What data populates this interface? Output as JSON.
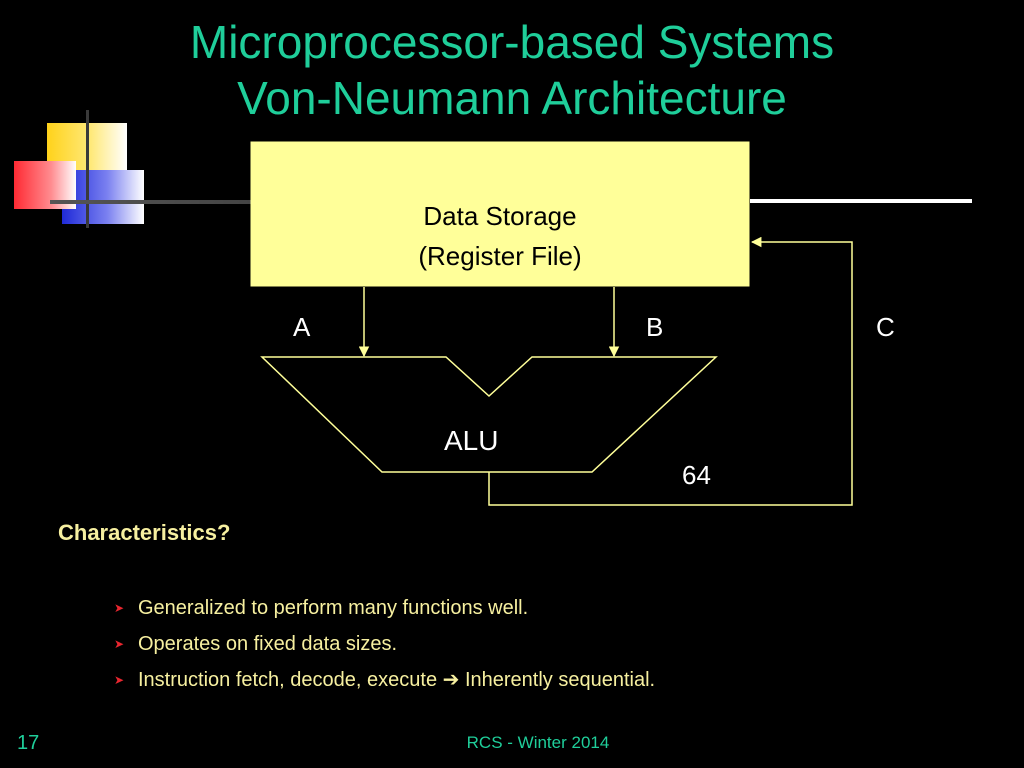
{
  "colors": {
    "background": "#000000",
    "title": "#1fce9a",
    "storage_fill": "#ffff99",
    "diagram_line": "#ffff99",
    "text_light": "#f7f0a0",
    "bullet_mark": "#e8262f"
  },
  "slide": {
    "title_line1": "Microprocessor-based Systems",
    "title_line2": "Von-Neumann Architecture"
  },
  "diagram": {
    "storage_line1": "Data Storage",
    "storage_line2": "(Register File)",
    "label_a": "A",
    "label_b": "B",
    "label_c": "C",
    "alu_label": "ALU",
    "width_label": "64"
  },
  "content": {
    "heading": "Characteristics?",
    "bullets": [
      {
        "text": "Generalized to perform many functions well."
      },
      {
        "text": "Operates on fixed data sizes."
      },
      {
        "text_before": "Instruction fetch, decode, execute ",
        "arrow": "➔",
        "text_after": " Inherently sequential."
      }
    ],
    "bullet_icon": "red-arrowhead-bullet"
  },
  "footer": {
    "page_number": "17",
    "text": "RCS - Winter 2014"
  }
}
